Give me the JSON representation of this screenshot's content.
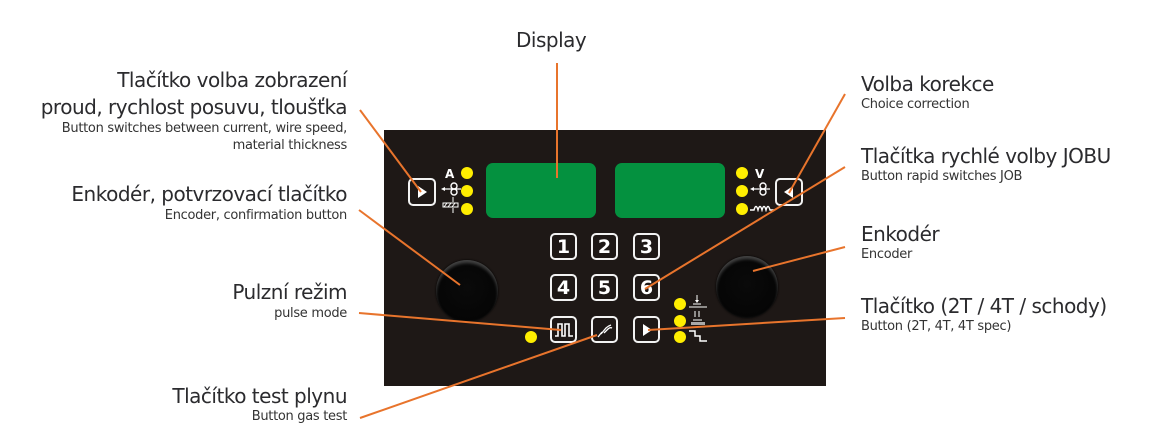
{
  "title": "Display",
  "callouts": {
    "display_mode_button": {
      "cz_line1": "Tlačítko volba zobrazení",
      "cz_line2": "proud, rychlost posuvu, tloušťka",
      "en_line1": "Button switches between current, wire speed,",
      "en_line2": "material thickness"
    },
    "encoder_confirm": {
      "cz": "Enkodér, potvrzovací tlačítko",
      "en": "Encoder, confirmation button"
    },
    "pulse_mode": {
      "cz": "Pulzní režim",
      "en": "pulse mode"
    },
    "gas_test": {
      "cz": "Tlačítko test plynu",
      "en": "Button gas test"
    },
    "correction_choice": {
      "cz": "Volba korekce",
      "en": "Choice correction"
    },
    "job_buttons": {
      "cz": "Tlačítka rychlé volby JOBU",
      "en": "Button rapid switches JOB"
    },
    "encoder": {
      "cz": "Enkodér",
      "en": "Encoder"
    },
    "trigger_mode": {
      "cz": "Tlačítko (2T / 4T / schody)",
      "en": "Button (2T, 4T, 4T spec)"
    }
  },
  "panel": {
    "left_indicators": [
      "A",
      "wire-feed",
      "thickness"
    ],
    "right_indicators": [
      "V",
      "wire-feed",
      "inductance"
    ],
    "left_unit": "A",
    "right_unit": "V",
    "job_buttons": [
      "1",
      "2",
      "3",
      "4",
      "5",
      "6"
    ],
    "trigger_modes": [
      "2T",
      "4T",
      "4T-spec"
    ]
  },
  "colors": {
    "panel": "#1e1816",
    "display": "#04913f",
    "led": "#ffee00",
    "leader_line": "#e8742c"
  }
}
